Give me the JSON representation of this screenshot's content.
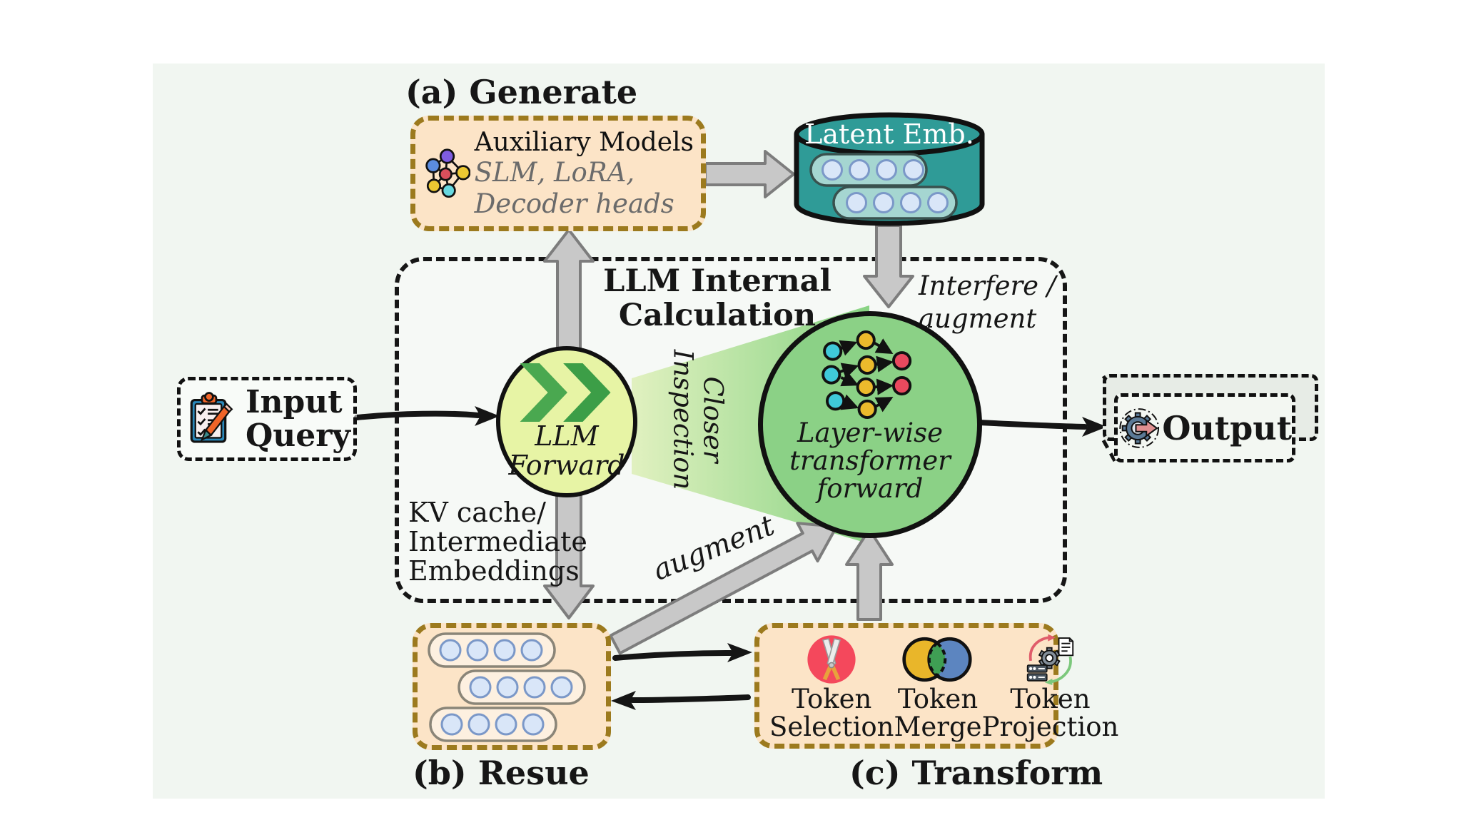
{
  "sections": {
    "a": {
      "title": "(a) Generate"
    },
    "b": {
      "title": "(b) Resue"
    },
    "c": {
      "title": "(c) Transform"
    }
  },
  "auxiliary_box": {
    "title": "Auxiliary Models",
    "subtitle_line1": "SLM, LoRA,",
    "subtitle_line2": "Decoder heads",
    "icon": "neural-network-icon"
  },
  "latent_db": {
    "label": "Latent Emb.",
    "icon": "database-cylinder-icon"
  },
  "internal_box": {
    "title_line1": "LLM Internal",
    "title_line2": "Calculation",
    "interfere_line1": "Interfere /",
    "interfere_line2": "augment",
    "kv_line1": "KV cache/",
    "kv_line2": "Intermediate",
    "kv_line3": "Embeddings",
    "augment_label": "augment",
    "funnel_line1": "Closer",
    "funnel_line2": "Inspection"
  },
  "input_query": {
    "line1": "Input",
    "line2": "Query",
    "icon": "clipboard-pencil-icon"
  },
  "llm_forward": {
    "line1": "LLM",
    "line2": "Forward",
    "icon": "fast-forward-chevrons-icon"
  },
  "layerwise_circle": {
    "line1": "Layer-wise",
    "line2": "transformer",
    "line3": "forward",
    "icon": "token-flow-icon"
  },
  "output": {
    "label": "Output",
    "icon": "gear-output-icon"
  },
  "reuse_box": {
    "icon": "embedding-stack-icon"
  },
  "transform_box": {
    "items": [
      {
        "line1": "Token",
        "line2": "Selection",
        "icon": "scissors-icon"
      },
      {
        "line1": "Token",
        "line2": "Merge",
        "icon": "venn-merge-icon"
      },
      {
        "line1": "Token",
        "line2": "Projection",
        "icon": "token-projection-icon"
      }
    ]
  },
  "colors": {
    "panel_bg": "#f1f6f1",
    "peach_fill": "#fce4c7",
    "tan_border": "#9c7a1e",
    "llm_circle": "#e7f4a5",
    "layer_circle": "#8bd186",
    "teal_db": "#2f9b97",
    "gray_arrow": "#c8c8c8",
    "black": "#151515"
  }
}
